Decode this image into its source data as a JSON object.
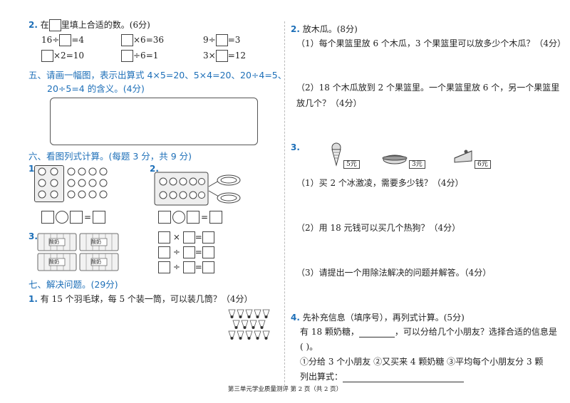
{
  "left": {
    "q2": {
      "num": "2.",
      "title_pre": "在",
      "title_post": "里填上合适的数。(6分)",
      "row1": {
        "a_pre": "16÷",
        "a_post": "=4",
        "b_post": "×6=36",
        "c_pre": "9÷",
        "c_post": "=3"
      },
      "row2": {
        "a_post": "×2=10",
        "b_post": "÷6=1",
        "c_pre": "3×",
        "c_post": "=12"
      }
    },
    "sec5": {
      "title_line1": "五、请画一幅图，表示出算式 4×5=20、5×4=20、20÷4=5、",
      "title_line2": "20÷5=4 的含义。(4分)"
    },
    "sec6": {
      "title": "六、看图列式计算。(每题 3 分，共 9 分)",
      "n1": "1.",
      "n2": "2.",
      "n3": "3.",
      "milk_label": "酸奶"
    },
    "sec7": {
      "title": "七、解决问题。(29分)",
      "q1_num": "1.",
      "q1_text": "有 15 个羽毛球，每 5 个装一筒，可以装几筒？（4分）"
    }
  },
  "right": {
    "q2": {
      "num": "2.",
      "title": "放木瓜。(8分)",
      "p1": "（1）每个果篮里放 6 个木瓜，3 个果篮里可以放多少个木瓜？（4分）",
      "p2_line1": "（2）18 个木瓜放到 2 个果篮里。一个果篮里放 6 个，另一个果篮里",
      "p2_line2": "放几个？（4分）"
    },
    "q3": {
      "num": "3.",
      "price_icecream": "5元",
      "price_hotdog": "3元",
      "price_cake": "6元",
      "p1": "（1）买 2 个冰激凌，需要多少钱？（4分）",
      "p2": "（2）用 18 元钱可以买几个热狗？（4分）",
      "p3": "（3）请提出一个用除法解决的问题并解答。（4分）"
    },
    "q4": {
      "num": "4.",
      "title": "先补充信息（填序号），再列式计算。(5分)",
      "line1_pre": "有 18 颗奶糖，",
      "line1_post": "，可以分给几个小朋友？选择合适的信息是",
      "line2": "(      )。",
      "options": "①分给 3 个小朋友  ②又买来 4 颗奶糖  ③平均每个小朋友分 3 颗",
      "formula_label": "列出算式："
    }
  },
  "footer": "第三单元学业质量测评   第 2 页（共 2 页）"
}
